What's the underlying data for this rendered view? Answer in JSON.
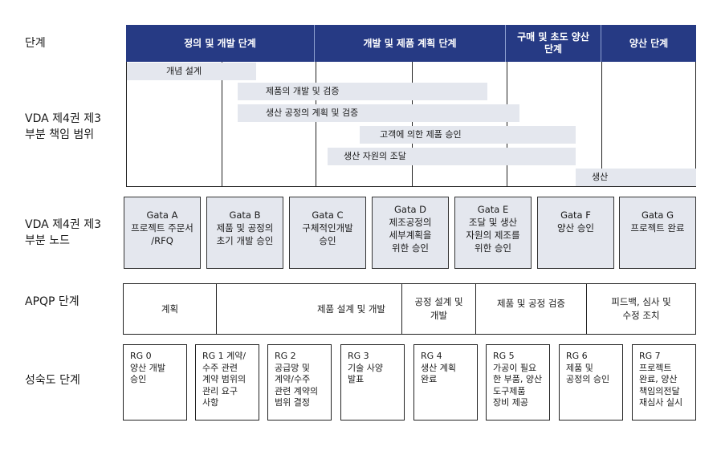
{
  "row_labels": {
    "stage": "단계",
    "scope": [
      "VDA 제4권 제3",
      "부분 책임 범위"
    ],
    "nodes": [
      "VDA 제4권 제3",
      "부분 노드"
    ],
    "apqp": "APQP 단계",
    "maturity": "성숙도 단계"
  },
  "phases": [
    [
      "정의 및 개발 단계"
    ],
    [
      "개발 및 제품 계획 단계"
    ],
    [
      "구매 및 초도 양산",
      "단계"
    ],
    [
      "양산 단계"
    ]
  ],
  "scope_bars": [
    "개념 설계",
    "제품의 개발 및 검증",
    "생산 공정의 계획 및 검증",
    "고객에 의한 제품 승인",
    "생산 자원의 조달",
    "생산"
  ],
  "gates": [
    [
      "Gata A",
      "프로젝트 주문서",
      "/RFQ"
    ],
    [
      "Gata B",
      "제품 및 공정의",
      "초기 개발 승인"
    ],
    [
      "Gata C",
      "구체적인개발",
      "승인"
    ],
    [
      "Gata D",
      "제조공정의",
      "세부계획을",
      "위한 승인"
    ],
    [
      "Gata E",
      "조달 및 생산",
      "자원의 제조를",
      "위한 승인"
    ],
    [
      "Gata F",
      "양산 승인"
    ],
    [
      "Gata G",
      "프로젝트 완료"
    ]
  ],
  "apqp_phases": [
    [
      "계획"
    ],
    [
      "제품 설계 및 개발"
    ],
    [
      "공정 설계 및",
      "개발"
    ],
    [
      "제품 및 공정 검증"
    ],
    [
      "피드백, 심사 및",
      "수정 조치"
    ]
  ],
  "maturity_levels": [
    [
      "RG 0",
      "양산 개발",
      "승인"
    ],
    [
      "RG 1 계약/",
      "수주 관련",
      "계약 범위의",
      "관리 요구",
      "사항"
    ],
    [
      "RG 2",
      "공급망 및",
      "계약/수주",
      "관련 계약의",
      "범위 결정"
    ],
    [
      "RG 3",
      "기술 사양",
      "발표"
    ],
    [
      "RG 4",
      "생산 계획",
      "완료"
    ],
    [
      "RG 5",
      "가공이 필요",
      "한 부품, 양산",
      "도구제품",
      "장비 제공"
    ],
    [
      "RG 6",
      "제품 및",
      "공정의 승인"
    ],
    [
      "RG 7",
      "프로젝트",
      "완료, 양산",
      "책임의전달",
      "재심사 실시"
    ]
  ],
  "colors": {
    "header_bg": "#263a84",
    "box_fill": "#e4e7ee",
    "border": "#222222"
  }
}
